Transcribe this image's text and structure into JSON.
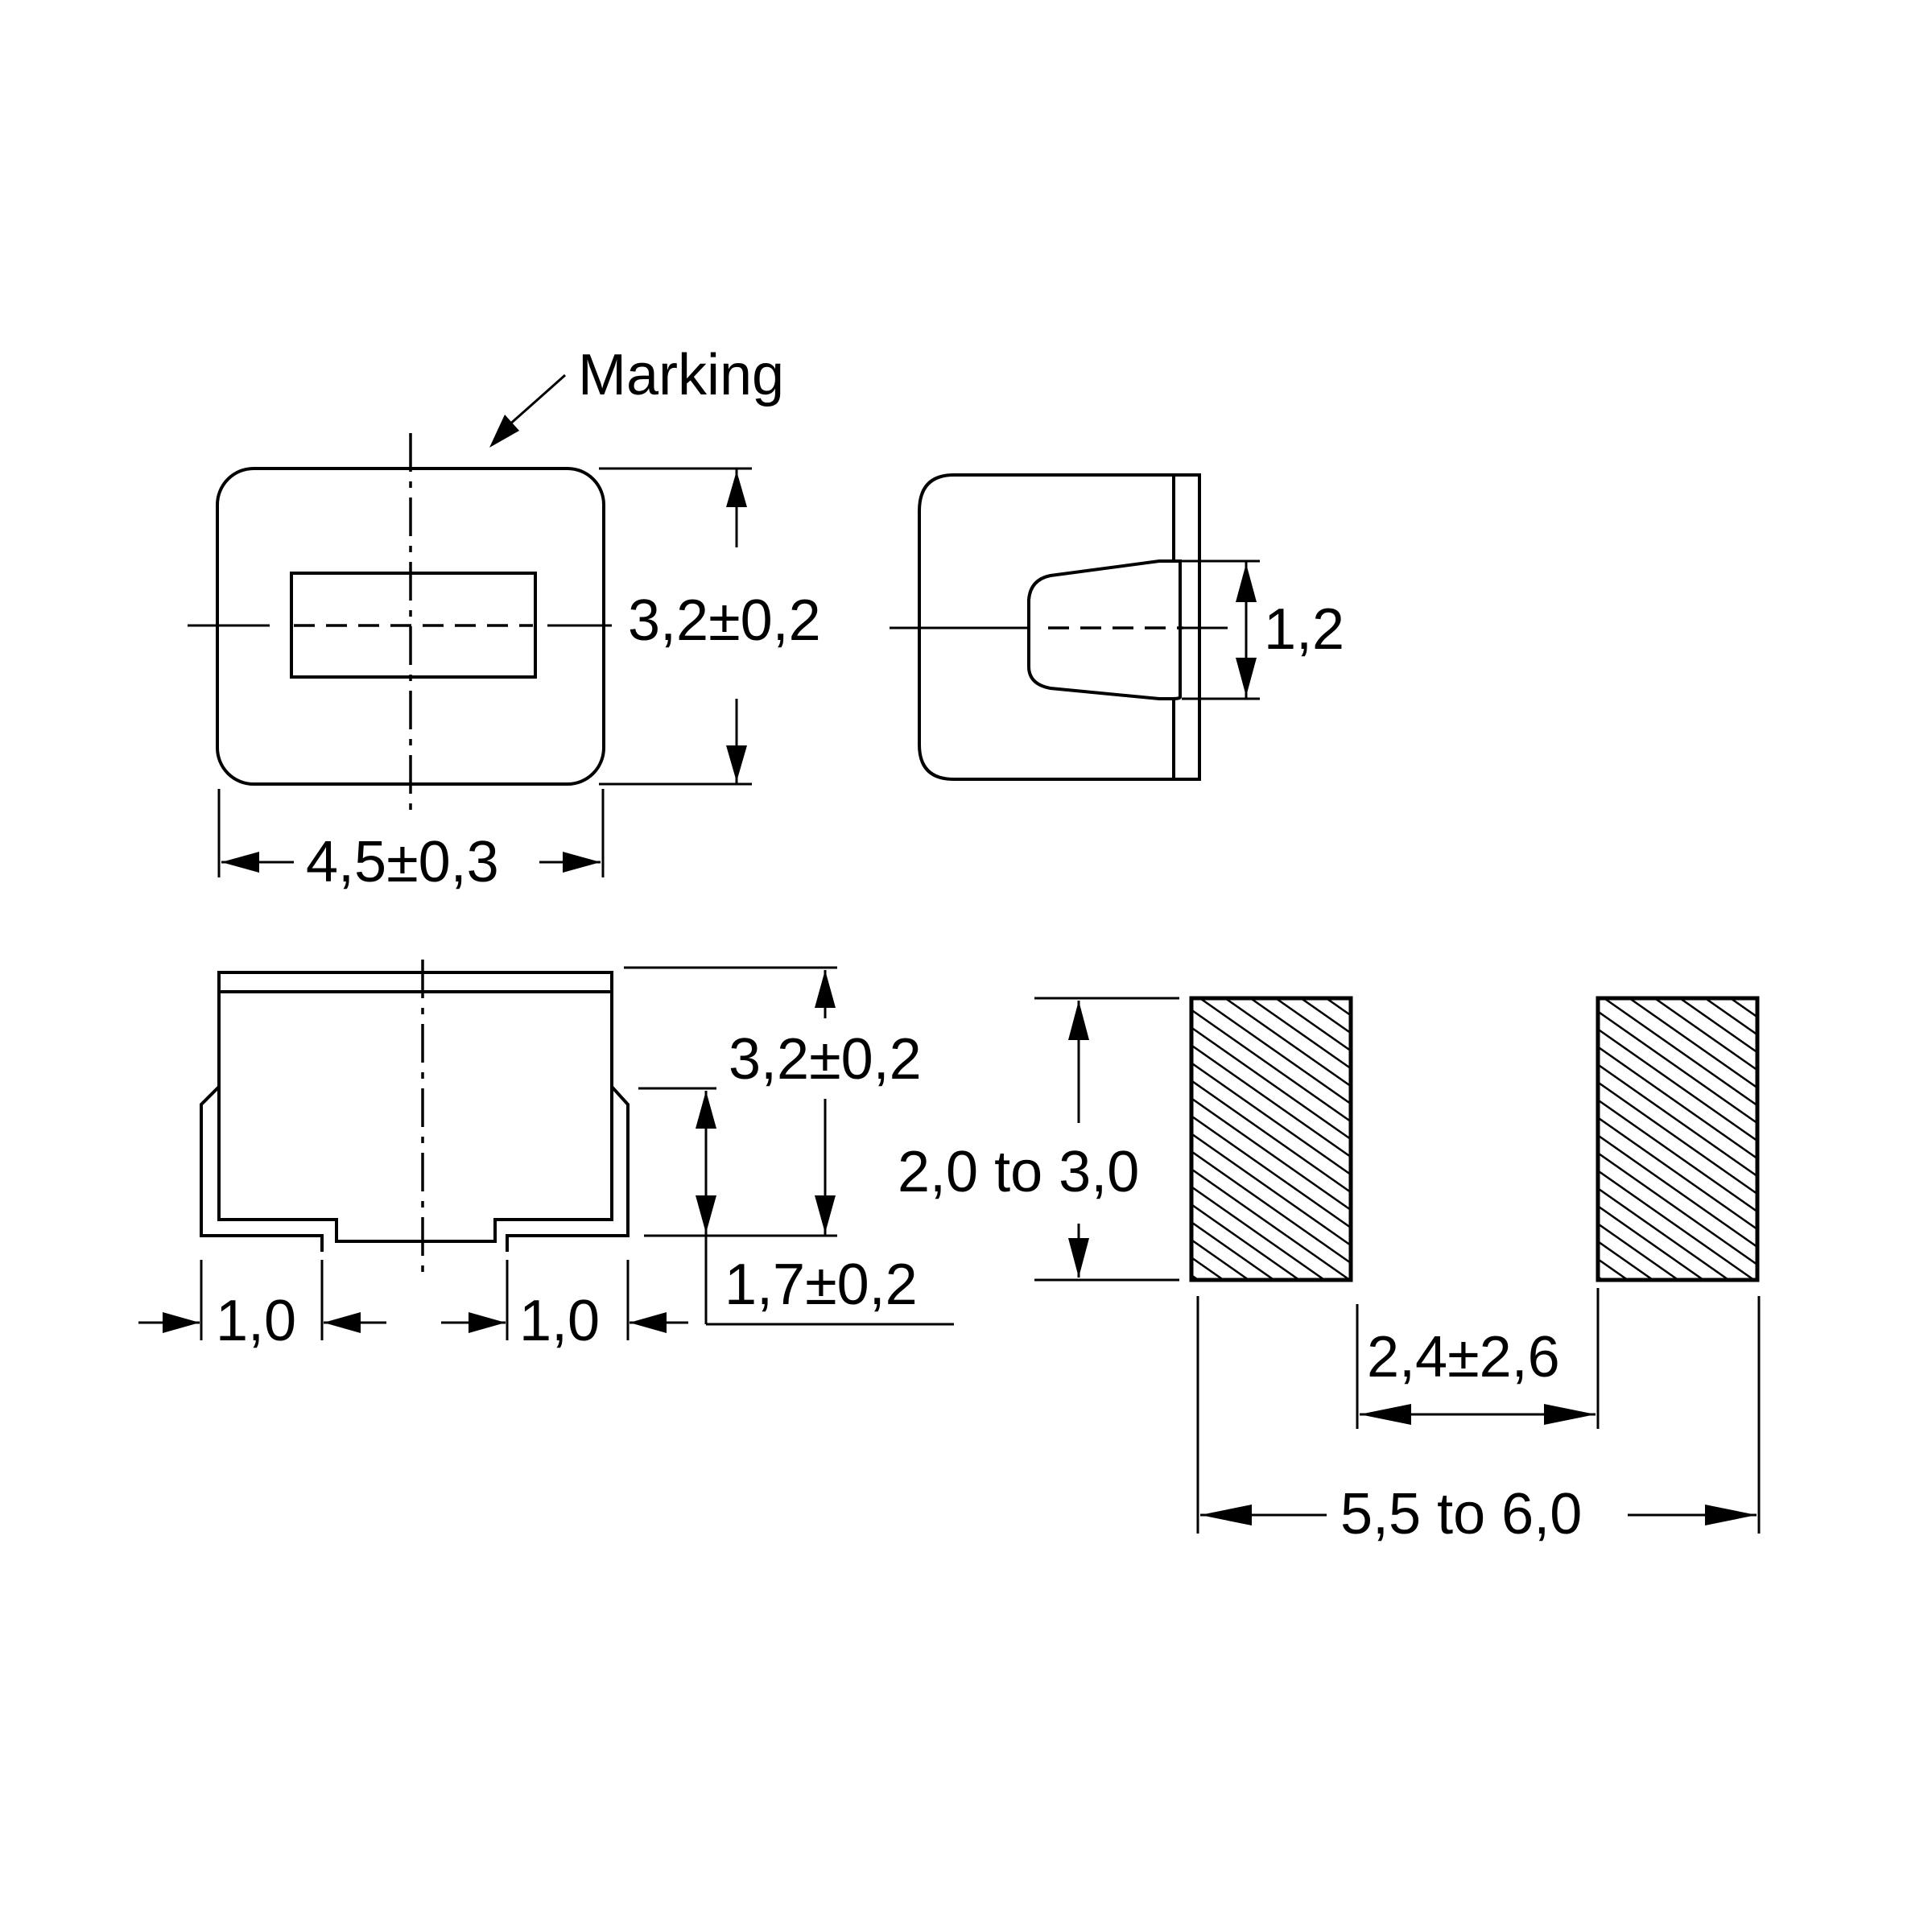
{
  "labels": {
    "marking": "Marking",
    "top_height": "3,2±0,2",
    "top_width": "4,5±0,3",
    "end_height": "1,2",
    "side_height": "3,2±0,2",
    "side_terminal_height": "1,7±0,2",
    "terminal_left": "1,0",
    "terminal_right": "1,0",
    "pad_height": "2,0 to 3,0",
    "pad_gap": "2,4±2,6",
    "pad_span": "5,5 to 6,0"
  }
}
